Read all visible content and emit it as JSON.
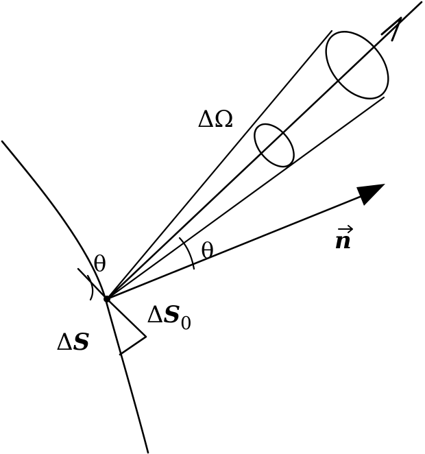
{
  "labels": {
    "solid_angle": "ΔΩ",
    "normal_vector": "n",
    "angle_upper": "θ",
    "angle_lower": "θ",
    "area_delta": "Δ",
    "area_s": "S",
    "projected_delta": "Δ",
    "projected_s": "S",
    "projected_subscript": "0"
  },
  "colors": {
    "ink": "#000000",
    "background": "#ffffff"
  }
}
